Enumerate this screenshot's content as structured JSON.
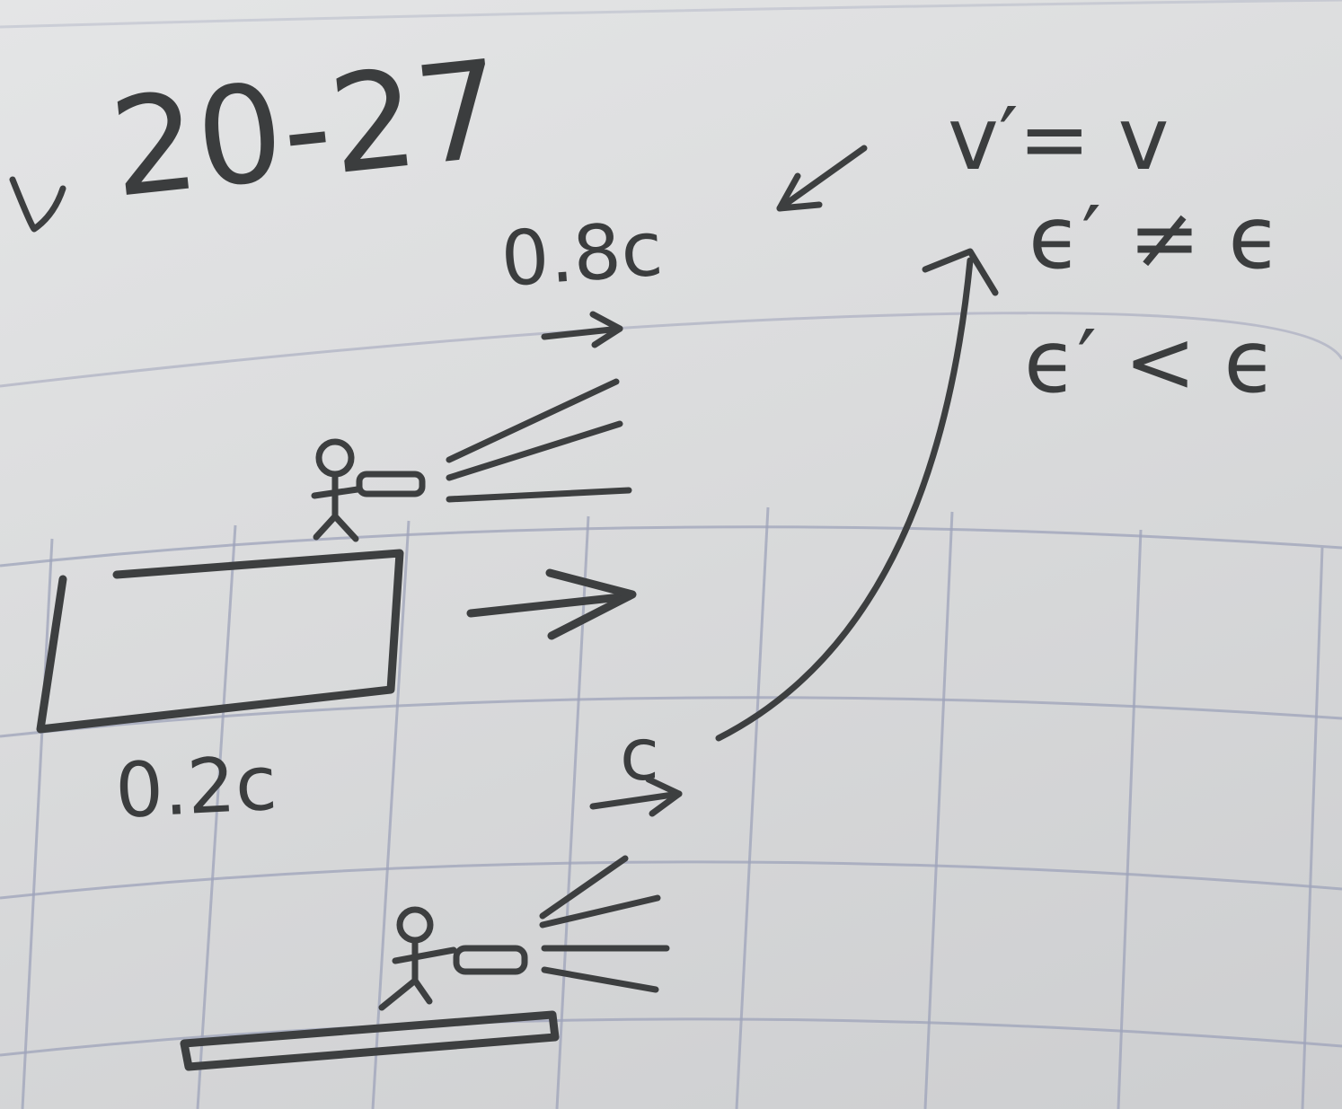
{
  "note": {
    "problem_number": "20-27",
    "speed_upper": "0.8c",
    "speed_lower": "0.2c",
    "light_speed": "c",
    "relations": [
      "v′= v",
      "ϵ′ ≠ ϵ",
      "ϵ′ < ϵ"
    ]
  },
  "colors": {
    "paper": "#dcdddf",
    "ink": "#3d3f40",
    "grid": "#9ea3ba"
  }
}
